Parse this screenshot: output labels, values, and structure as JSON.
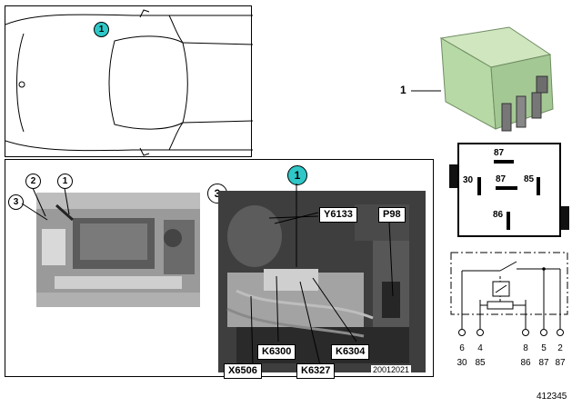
{
  "callouts": {
    "car_top": "1",
    "engine_1": "1",
    "engine_2": "2",
    "engine_3": "3",
    "detail_view": "3",
    "detail_teal": "1",
    "relay_part": "1"
  },
  "detail_labels": {
    "y6133": "Y6133",
    "p98": "P98",
    "k6300": "K6300",
    "k6304": "K6304",
    "x6506": "X6506",
    "k6327": "K6327",
    "photo_ref": "20012021"
  },
  "relay_face": {
    "top": "87",
    "left": "30",
    "center": "87",
    "right": "85",
    "bottom": "86"
  },
  "schematic": {
    "pin_numbers": [
      "6",
      "4",
      "8",
      "5",
      "2"
    ],
    "pin_terminals": [
      "30",
      "85",
      "86",
      "87",
      "87"
    ]
  },
  "diagram_id": "412345",
  "colors": {
    "teal": "#2fc7c7",
    "relay_green": "#b7d9a5"
  }
}
